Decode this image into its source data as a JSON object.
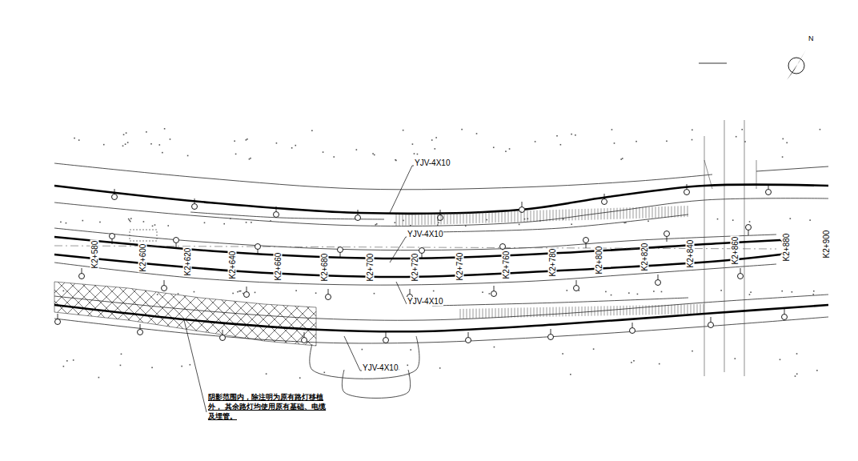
{
  "diagram": {
    "labels": [
      "N",
      "YJV-4X10",
      "YJV-4X10",
      "K2+580",
      "K2+600",
      "K2+620",
      "K2+640",
      "K2+660",
      "K2+680",
      "K2+700",
      "K2+720",
      "K2+740",
      "K2+760",
      "K2+780",
      "K2+800",
      "K2+820",
      "K2+840",
      "K2+860",
      "K2+880",
      "K2+900",
      "YJV-4X10",
      "YJV-4X10",
      "阴影范围内，除注明为原有路灯移植外， 其余路灯均使用原有基础、电缆及埋管。"
    ]
  }
}
